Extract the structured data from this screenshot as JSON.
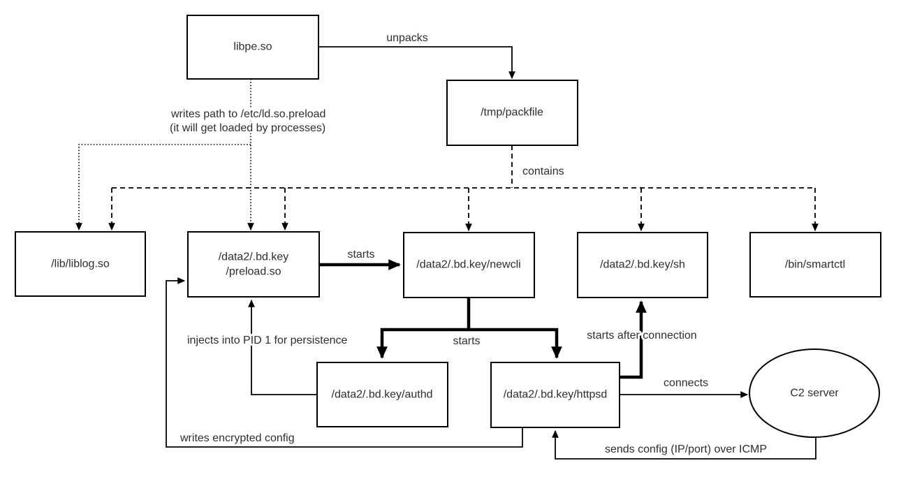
{
  "diagram": {
    "background_color": "#ffffff",
    "line_color": "#000000",
    "text_color": "#2e2e2e",
    "nodes": {
      "libpe": {
        "label": "libpe.so",
        "shape": "rect"
      },
      "packfile": {
        "label": "/tmp/packfile",
        "shape": "rect"
      },
      "liblog": {
        "label": "/lib/liblog.so",
        "shape": "rect"
      },
      "preload": {
        "label_line1": "/data2/.bd.key",
        "label_line2": "/preload.so",
        "shape": "rect"
      },
      "newcli": {
        "label": "/data2/.bd.key/newcli",
        "shape": "rect"
      },
      "sh": {
        "label": "/data2/.bd.key/sh",
        "shape": "rect"
      },
      "smartctl": {
        "label": "/bin/smartctl",
        "shape": "rect"
      },
      "authd": {
        "label": "/data2/.bd.key/authd",
        "shape": "rect"
      },
      "httpsd": {
        "label": "/data2/.bd.key/httpsd",
        "shape": "rect"
      },
      "c2": {
        "label": "C2 server",
        "shape": "ellipse"
      }
    },
    "edges": {
      "unpacks": {
        "from": "libpe.so",
        "to": "/tmp/packfile",
        "label": "unpacks",
        "style": "solid"
      },
      "writes_path": {
        "from": "libpe.so",
        "to": "/lib/liblog.so, /data2/.bd.key/preload.so",
        "label_line1": "writes path to /etc/ld.so.preload",
        "label_line2": "(it will get loaded by processes)",
        "style": "dotted"
      },
      "contains": {
        "from": "/tmp/packfile",
        "to": "/lib/liblog.so, /data2/.bd.key/preload.so, /data2/.bd.key/newcli, /data2/.bd.key/sh, /bin/smartctl",
        "label": "contains",
        "style": "dashed"
      },
      "starts_newcli": {
        "from": "/data2/.bd.key/preload.so",
        "to": "/data2/.bd.key/newcli",
        "label": "starts",
        "style": "thick"
      },
      "starts_children": {
        "from": "/data2/.bd.key/newcli",
        "to": "/data2/.bd.key/authd, /data2/.bd.key/httpsd",
        "label": "starts",
        "style": "thick"
      },
      "injects": {
        "from": "/data2/.bd.key/authd",
        "to": "/data2/.bd.key/preload.so",
        "label": "injects into PID 1 for persistence",
        "style": "solid"
      },
      "starts_after": {
        "from": "/data2/.bd.key/httpsd",
        "to": "/data2/.bd.key/sh",
        "label": "starts after connection",
        "style": "thick"
      },
      "connects": {
        "from": "/data2/.bd.key/httpsd",
        "to": "C2 server",
        "label": "connects",
        "style": "solid"
      },
      "writes_config": {
        "from": "/data2/.bd.key/httpsd",
        "to": "/data2/.bd.key/preload.so",
        "label": "writes encrypted config",
        "style": "solid"
      },
      "sends_config": {
        "from": "C2 server",
        "to": "/data2/.bd.key/httpsd",
        "label": "sends config (IP/port) over ICMP",
        "style": "solid"
      }
    }
  }
}
